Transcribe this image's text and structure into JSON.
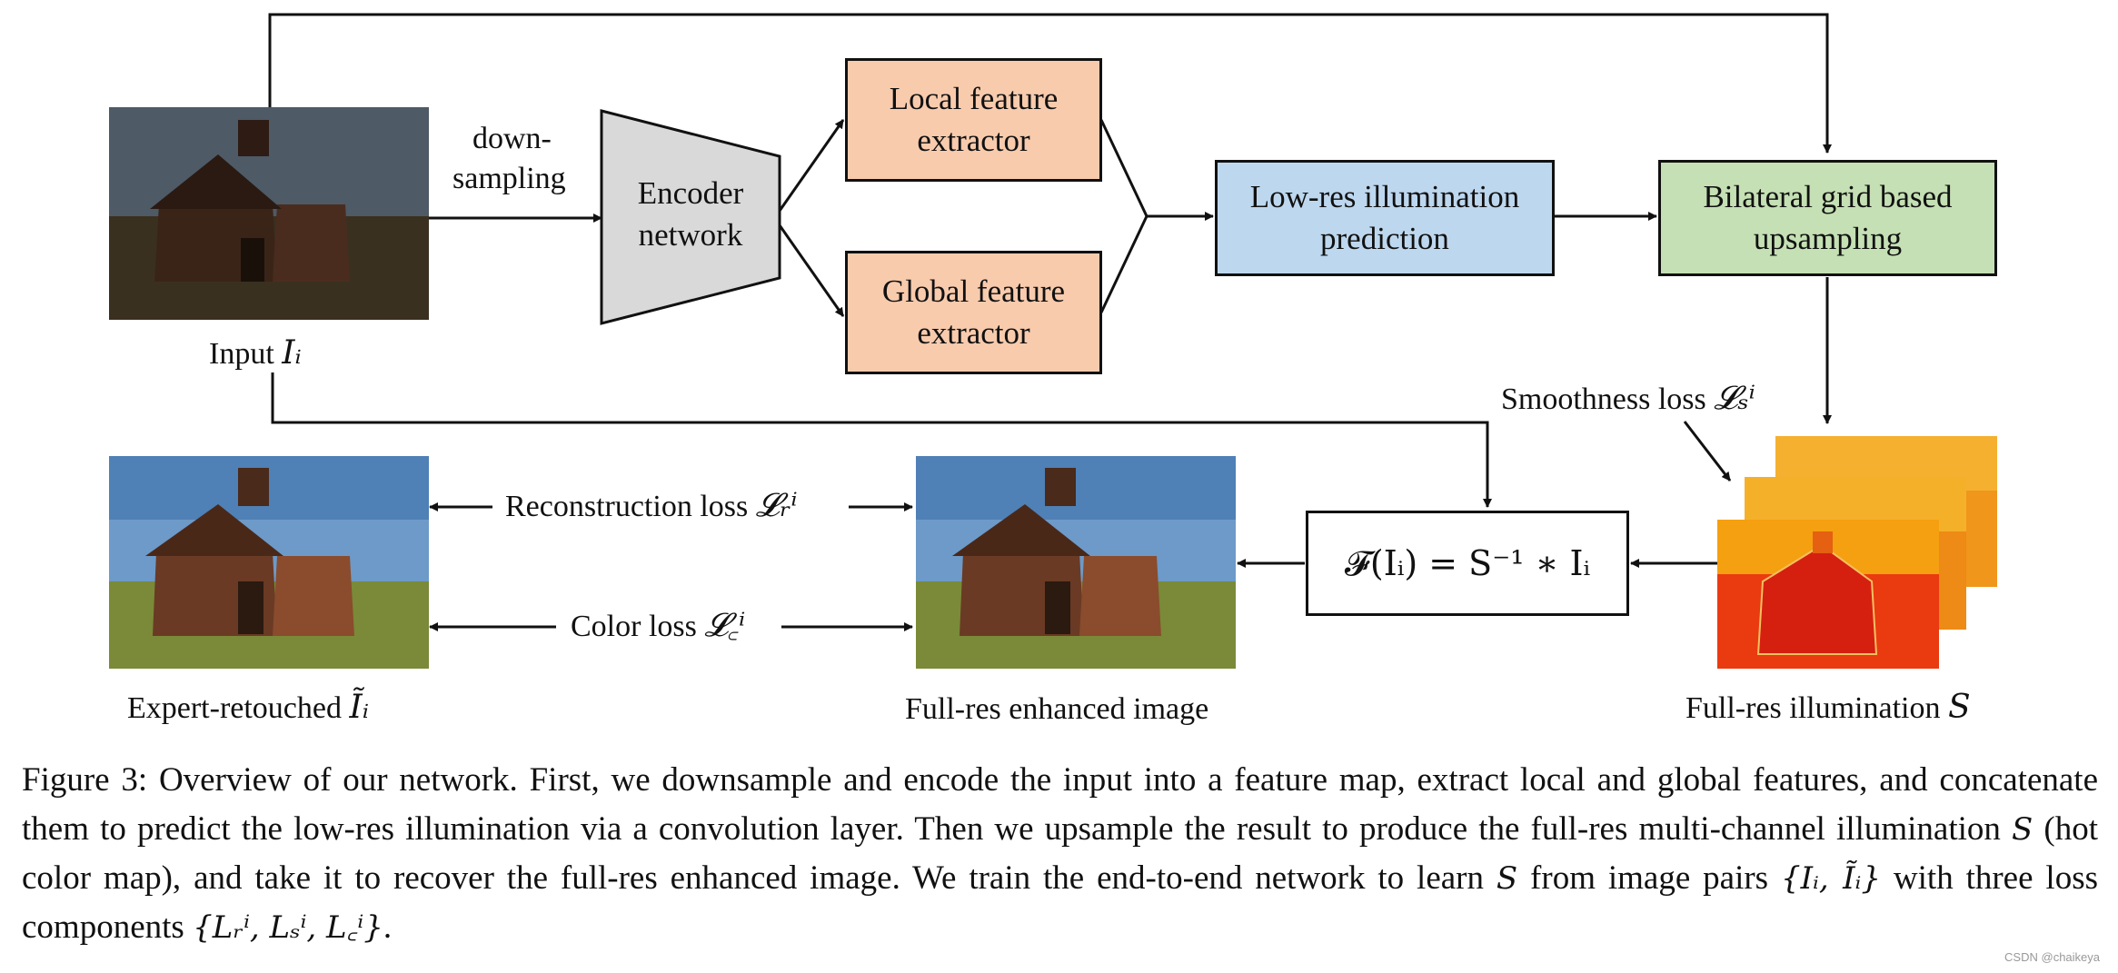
{
  "diagram": {
    "nodes": {
      "encoder": "Encoder\nnetwork",
      "local_extractor": "Local feature\nextractor",
      "global_extractor": "Global feature\nextractor",
      "lowres_prediction": "Low-res illumination\nprediction",
      "bilateral_upsampling": "Bilateral grid based\nupsampling",
      "formula": "𝓕(Iᵢ) = S⁻¹ ∗ Iᵢ"
    },
    "labels": {
      "downsampling_1": "down-",
      "downsampling_2": "sampling",
      "input": "Input",
      "input_symbol": "Iᵢ",
      "expert": "Expert-retouched",
      "expert_symbol": "Ĩᵢ",
      "enhanced": "Full-res enhanced image",
      "illumination": "Full-res illumination",
      "illumination_symbol": "S",
      "reconstruction_loss": "Reconstruction loss",
      "reconstruction_symbol": "𝓛ᵣⁱ",
      "color_loss": "Color loss",
      "color_symbol": "𝓛꜀ⁱ",
      "smoothness_loss": "Smoothness loss",
      "smoothness_symbol": "𝓛ₛⁱ"
    }
  },
  "caption": {
    "p1": "Figure 3: Overview of our network. First, we downsample and encode the input into a feature map, extract local and global features, and concatenate them to predict the low-res illumination via a convolution layer. Then we upsample the result to produce the full-res multi-channel illumination ",
    "s1": "S",
    "p2": " (hot color map), and take it to recover the full-res enhanced image. We train the end-to-end network to learn ",
    "s2": "S",
    "p3": " from image pairs ",
    "pairs": "{Iᵢ, Ĩᵢ}",
    "p4": " with three loss components ",
    "losses": "{Lᵣⁱ, Lₛⁱ, L꜀ⁱ}",
    "p5": "."
  },
  "watermark": "CSDN @chaikeya",
  "colors": {
    "encoder_fill": "#d9d9d9",
    "extractor_fill": "#f8cbad",
    "prediction_fill": "#bdd7ee",
    "upsampling_fill": "#c5e0b4",
    "stroke": "#111111"
  }
}
